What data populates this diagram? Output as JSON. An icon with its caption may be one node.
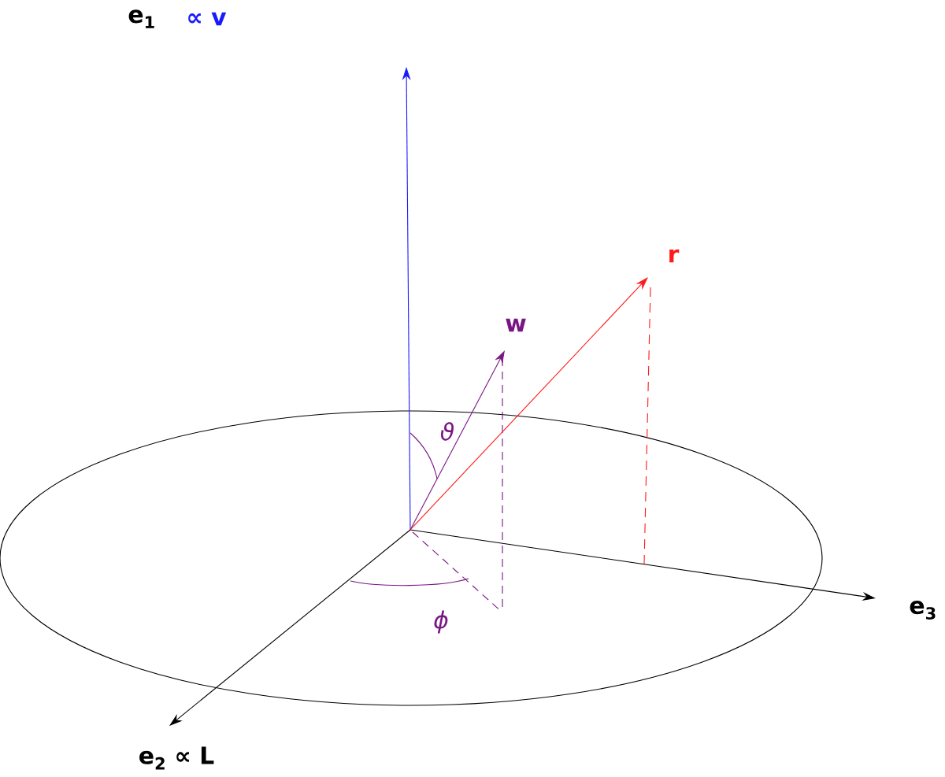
{
  "diagram": {
    "labels": [
      "e$_{1}$",
      "∝ v",
      "r",
      "w",
      "ϑ",
      "e$_{3}$",
      "ϕ",
      "e$_{2}$ ∝ L"
    ]
  }
}
